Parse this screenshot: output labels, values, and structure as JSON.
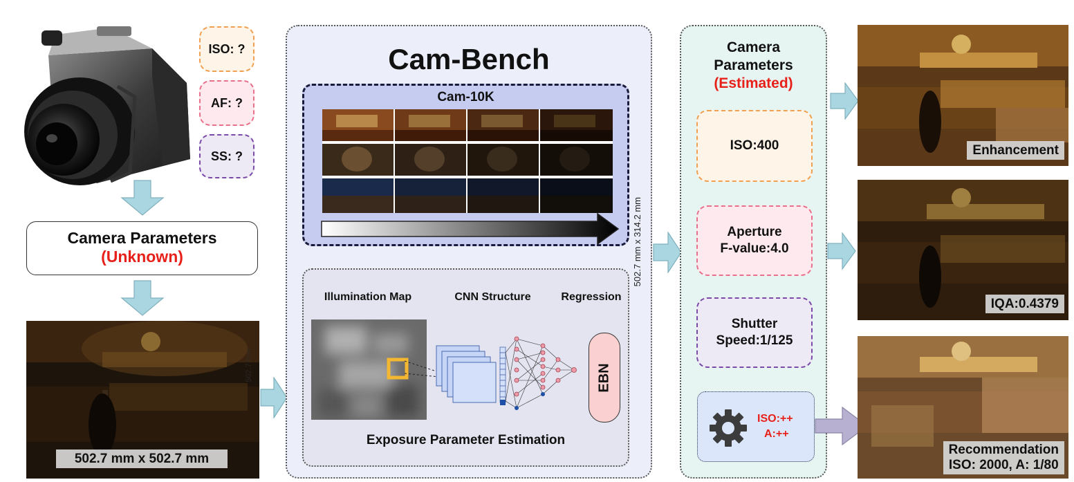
{
  "left_column": {
    "camera_icon": "camera-icon",
    "param_badges": [
      {
        "label": "ISO: ?",
        "border": "#f0a050",
        "fill": "#fff4e8"
      },
      {
        "label": "AF: ?",
        "border": "#e8708a",
        "fill": "#fde9ee"
      },
      {
        "label": "SS: ?",
        "border": "#7a4aa8",
        "fill": "#eeeaf5"
      }
    ],
    "params_title": "Camera Parameters",
    "params_status": "(Unknown)",
    "photo_caption": "502.7 mm x 502.7 mm",
    "photo_side_text": "502.7 mm"
  },
  "cam_bench": {
    "title": "Cam-Bench",
    "dataset_title": "Cam-10K",
    "side_dimension": "502.7 mm x 314.2 mm",
    "estimation": {
      "col_labels": [
        "Illumination Map",
        "CNN Structure",
        "Regression"
      ],
      "ebn_label": "EBN",
      "footer": "Exposure Parameter Estimation"
    }
  },
  "estimated_panel": {
    "title_line1": "Camera",
    "title_line2": "Parameters",
    "status": "(Estimated)",
    "boxes": [
      {
        "line1": "ISO:400",
        "line2": "",
        "border": "#f0a050",
        "fill": "#fff4e8"
      },
      {
        "line1": "Aperture",
        "line2": "F-value:4.0",
        "border": "#e8708a",
        "fill": "#fde9ee"
      },
      {
        "line1": "Shutter",
        "line2": "Speed:1/125",
        "border": "#7a4aa8",
        "fill": "#eeeaf5"
      }
    ],
    "recommend_box": {
      "line1": "ISO:++",
      "line2": "A:++",
      "icon": "gear-icon"
    }
  },
  "outputs": [
    {
      "line1": "Enhancement",
      "line2": ""
    },
    {
      "line1": "IQA:0.4379",
      "line2": ""
    },
    {
      "line1": "Recommendation",
      "line2": "ISO: 2000, A: 1/80"
    }
  ],
  "colors": {
    "arrow_blue": "#a9d6e0",
    "arrow_purple": "#b7b0d0",
    "red_text": "#e8201a",
    "cambench_bg": "#eceef9",
    "cam10k_bg": "#c6cbf0",
    "estimated_bg": "#e6f5f2"
  }
}
